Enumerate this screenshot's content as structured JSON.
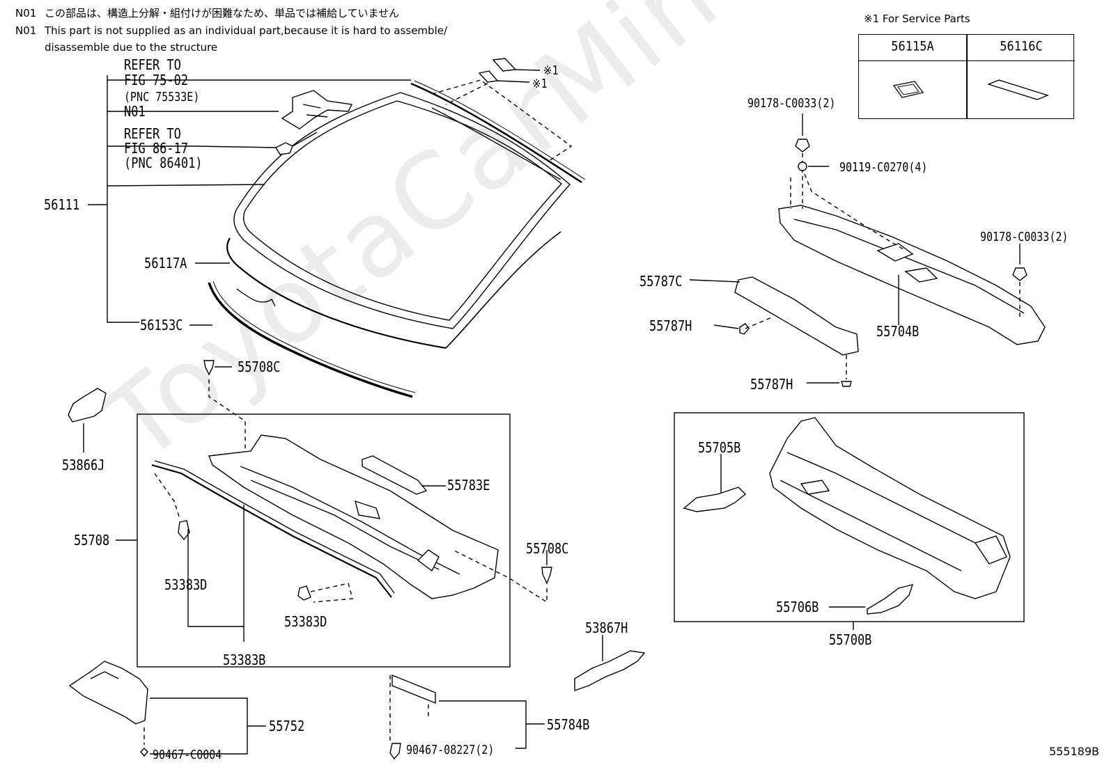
{
  "notes": [
    {
      "code": "N01",
      "text": "この部品は、構造上分解・組付けが困難なため、単品では補給していません"
    },
    {
      "code": "N01",
      "text": "This part is not supplied as an individual part,because it is hard to assemble/"
    },
    {
      "code": "",
      "text": "disassemble due to the structure"
    }
  ],
  "service_parts": {
    "title": "※1 For Service Parts",
    "columns": [
      "56115A",
      "56116C"
    ]
  },
  "labels": {
    "refer_to_1": "REFER TO",
    "fig_75_02": "FIG 75-02",
    "pnc_75533e": "(PNC 75533E)",
    "n01": "N01",
    "refer_to_2": "REFER TO",
    "fig_86_17": "FIG 86-17",
    "pnc_86401": "(PNC 86401)",
    "p56111": "56111",
    "p56117a": "56117A",
    "p56153c": "56153C",
    "mark1a": "※1",
    "mark1b": "※1",
    "p55708c_top": "55708C",
    "p53866j": "53866J",
    "p55783e": "55783E",
    "p55708": "55708",
    "p55708c_right": "55708C",
    "p53383d_left": "53383D",
    "p53383d_right": "53383D",
    "p53383b": "53383B",
    "p53867h": "53867H",
    "p55752": "55752",
    "p90467_c0004": "90467-C0004",
    "p90467_08227": "90467-08227(2)",
    "p55784b": "55784B",
    "p90178_top": "90178-C0033(2)",
    "p90119": "90119-C0270(4)",
    "p90178_right": "90178-C0033(2)",
    "p55787c": "55787C",
    "p55787h_a": "55787H",
    "p55787h_b": "55787H",
    "p55704b": "55704B",
    "p55705b": "55705B",
    "p55706b": "55706B",
    "p55700b": "55700B"
  },
  "watermark": "ToyotaCarMine.ru",
  "diagram_id": "555189B"
}
